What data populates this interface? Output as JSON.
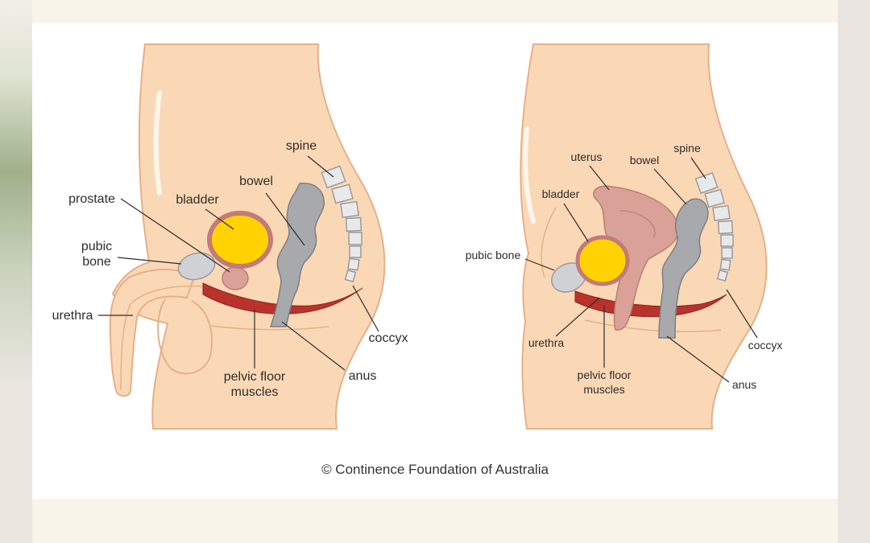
{
  "colors": {
    "skin": "#fbd8b5",
    "skin_outline": "#e4b189",
    "bone": "#cfd0d3",
    "bowel": "#a7a9ac",
    "bladder_fill": "#ffd200",
    "bladder_outline": "#c27b78",
    "muscle": "#b9322c",
    "uterus": "#d9a197",
    "card": "#ffffff",
    "panel": "#f8f4ea"
  },
  "male": {
    "spine": "spine",
    "bowel": "bowel",
    "prostate": "prostate",
    "bladder": "bladder",
    "pubic_bone_1": "pubic",
    "pubic_bone_2": "bone",
    "urethra": "urethra",
    "coccyx": "coccyx",
    "anus": "anus",
    "pelvic_floor_1": "pelvic floor",
    "pelvic_floor_2": "muscles"
  },
  "female": {
    "uterus": "uterus",
    "bowel": "bowel",
    "spine": "spine",
    "bladder": "bladder",
    "pubic_bone": "pubic bone",
    "urethra": "urethra",
    "coccyx": "coccyx",
    "anus": "anus",
    "pelvic_floor_1": "pelvic floor",
    "pelvic_floor_2": "muscles"
  },
  "copyright": "© Continence Foundation of Australia"
}
